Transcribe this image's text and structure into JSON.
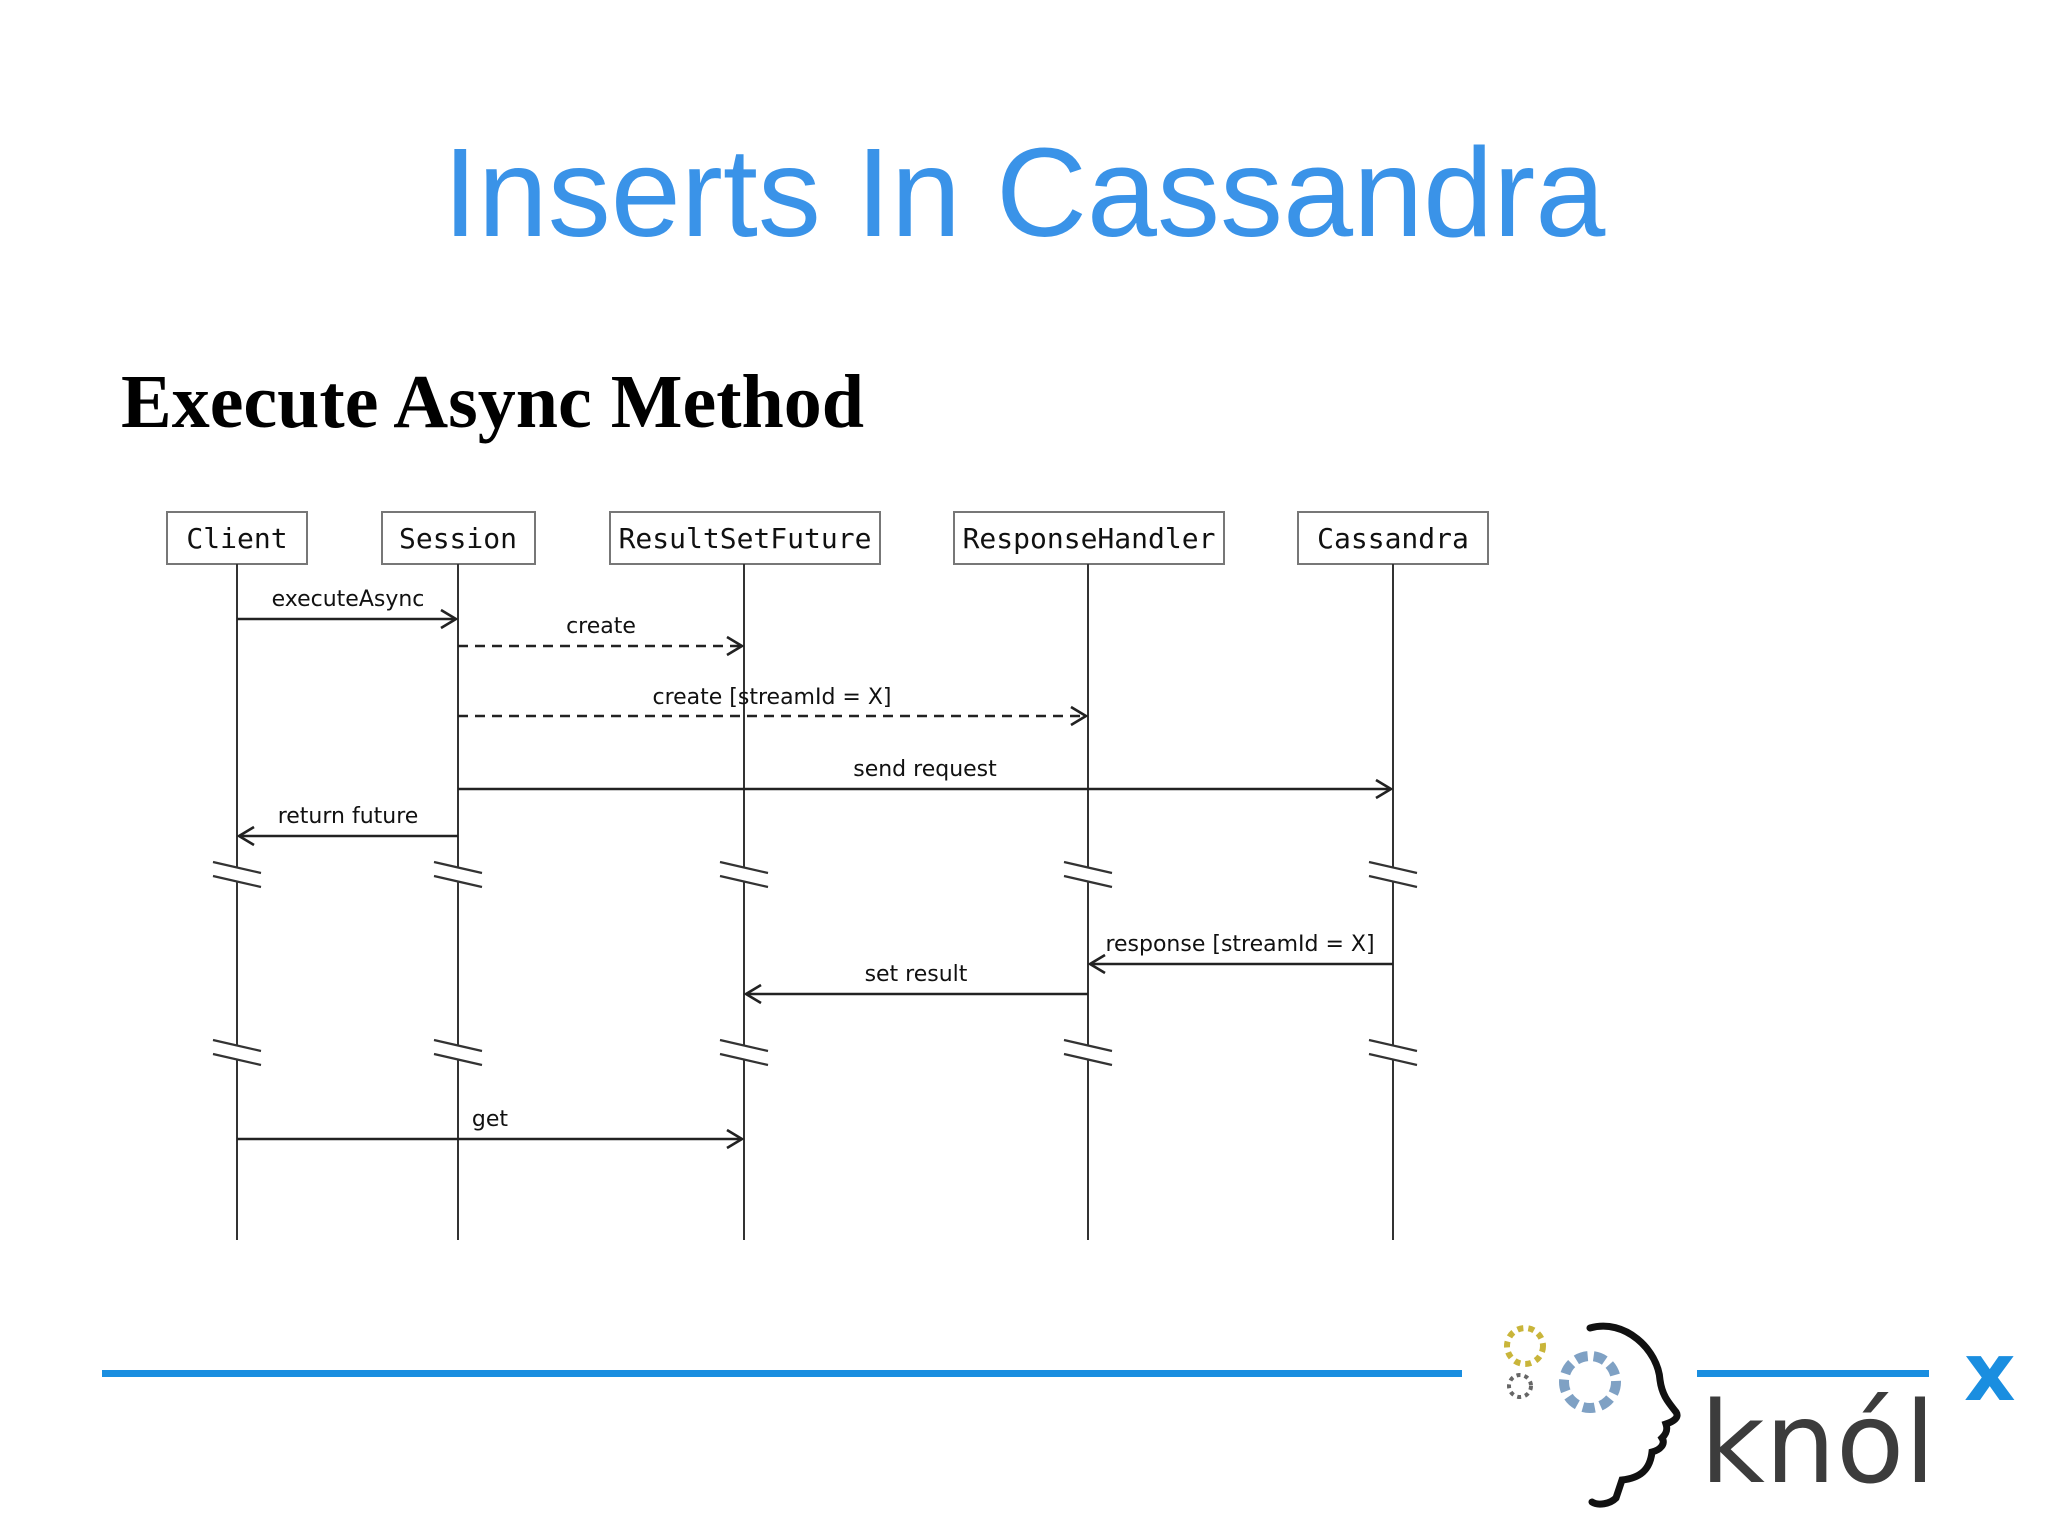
{
  "slide": {
    "title": "Inserts In Cassandra",
    "subtitle": "Execute Async Method"
  },
  "diagram": {
    "participants": [
      "Client",
      "Session",
      "ResultSetFuture",
      "ResponseHandler",
      "Cassandra"
    ],
    "messages": [
      {
        "from": "Client",
        "to": "Session",
        "label": "executeAsync",
        "style": "solid"
      },
      {
        "from": "Session",
        "to": "ResultSetFuture",
        "label": "create",
        "style": "dashed"
      },
      {
        "from": "Session",
        "to": "ResponseHandler",
        "label": "create [streamId = X]",
        "style": "dashed"
      },
      {
        "from": "Session",
        "to": "Cassandra",
        "label": "send request",
        "style": "solid"
      },
      {
        "from": "Session",
        "to": "Client",
        "label": "return future",
        "style": "solid"
      },
      {
        "from": "Cassandra",
        "to": "ResponseHandler",
        "label": "response [streamId = X]",
        "style": "solid"
      },
      {
        "from": "ResponseHandler",
        "to": "ResultSetFuture",
        "label": "set result",
        "style": "solid"
      },
      {
        "from": "Client",
        "to": "ResultSetFuture",
        "label": "get",
        "style": "solid"
      }
    ]
  },
  "logo": {
    "text": "knól",
    "superscript": "x",
    "colors": {
      "accent": "#1a8ee0",
      "gold": "#c9b53a",
      "steel": "#7fa1c4",
      "text": "#3c3c3c"
    }
  },
  "colors": {
    "title": "#3a93e8",
    "footer_line": "#1a8ee0"
  }
}
